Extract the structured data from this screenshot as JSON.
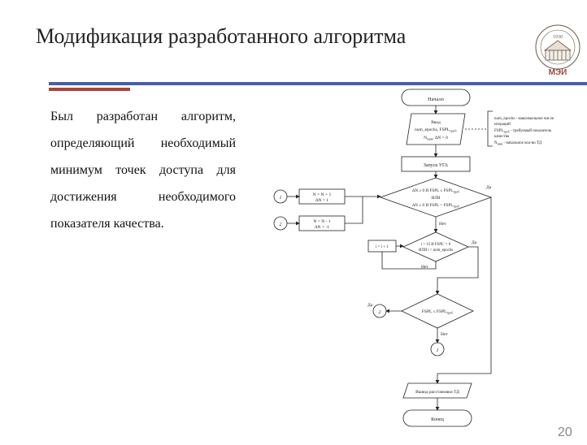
{
  "slide": {
    "title": "Модификация разработанного алгоритма",
    "body": "Был разработан алгоритм, определяющий необходимый минимум точек доступа для достижения необходимого показателя качества.",
    "page_number": "20",
    "logo_text": "МЭИ",
    "logo_year": "1930"
  },
  "flowchart": {
    "start": "Начало",
    "input_line1": "Ввод",
    "input_line2": "num_epochs, FSPL",
    "input_line2_sub": "треб",
    "input_line2_tail": ",",
    "input_line3": "N",
    "input_line3_sub": "мин",
    "input_line3_tail": ", ΔN = 0",
    "note_line1": "num_epochs - максимальное число",
    "note_line2": "итераций",
    "note_line3": "FSPL",
    "note_line3_sub": "треб",
    "note_line3_tail": " - требуемый показатель",
    "note_line4": "качества",
    "note_line5": "N",
    "note_line5_sub": "мин",
    "note_line5_tail": " - начальное кол-во ТД",
    "launch": "Запуск УГА",
    "decision1_line1": "ΔN ≥ 0 И FSPL ≤ FSPL",
    "decision1_line1_sub": "треб",
    "decision1_line2": "ИЛИ",
    "decision1_line3": "ΔN ≤ 0 И FSPL > FSPL",
    "decision1_line3_sub": "треб",
    "yes": "Да",
    "no": "Нет",
    "conn1": "1",
    "conn2": "2",
    "proc1_line1": "N = N + 1",
    "proc1_line2": "ΔN = 1",
    "proc2_line1": "N = N - 1",
    "proc2_line2": "ΔN = -1",
    "decision2_line1": "i > 15 И FSPL' = 0",
    "decision2_line2": "ИЛИ i > num_epochs",
    "incr": "i = i + 1",
    "decision3": "FSPL ≤ FSPL",
    "decision3_sub": "треб",
    "output": "Вывод расстановки ТД",
    "end": "Конец"
  }
}
